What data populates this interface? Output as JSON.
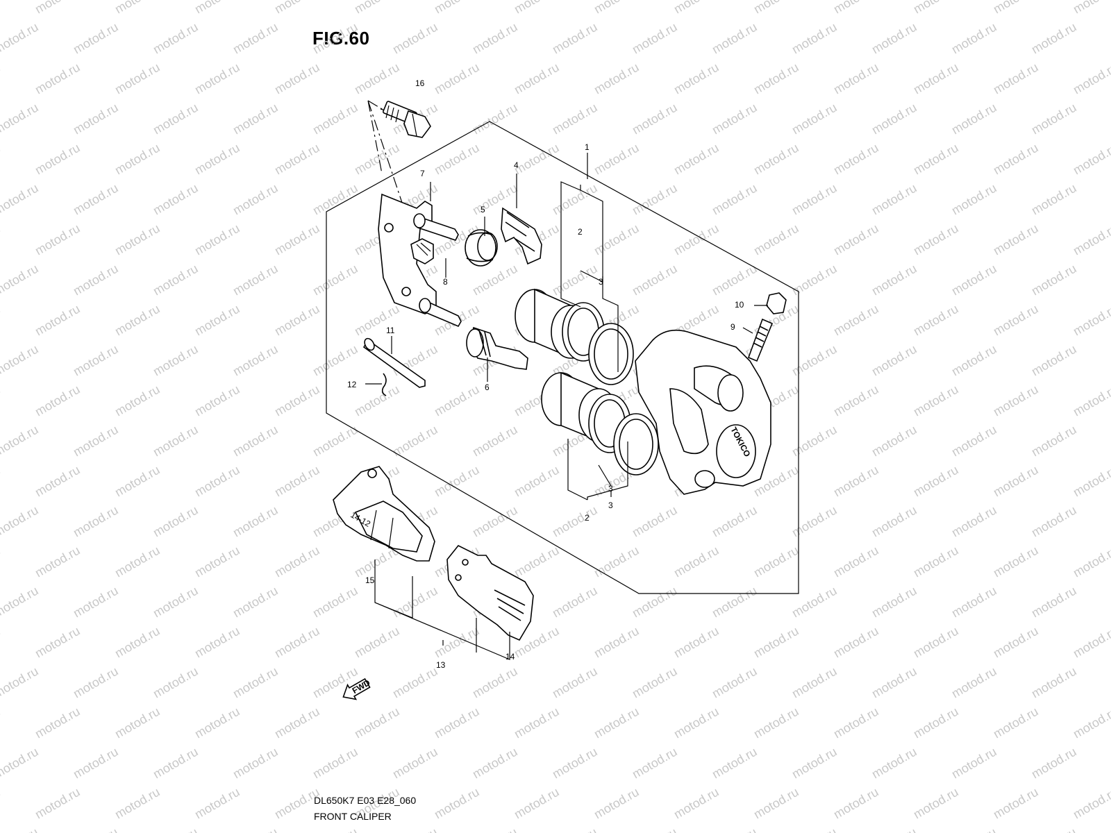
{
  "figure": {
    "title": "FIG.60",
    "model_code": "DL650K7 E03 E28_060",
    "assembly_name": "FRONT CALIPER",
    "watermark": "motod.ru"
  },
  "callouts": [
    {
      "id": "c1",
      "text": "1"
    },
    {
      "id": "c2a",
      "text": "2"
    },
    {
      "id": "c2b",
      "text": "2"
    },
    {
      "id": "c3a",
      "text": "3"
    },
    {
      "id": "c3b",
      "text": "3"
    },
    {
      "id": "c4",
      "text": "4"
    },
    {
      "id": "c5",
      "text": "5"
    },
    {
      "id": "c6",
      "text": "6"
    },
    {
      "id": "c7",
      "text": "7"
    },
    {
      "id": "c8",
      "text": "8"
    },
    {
      "id": "c9",
      "text": "9"
    },
    {
      "id": "c10",
      "text": "10"
    },
    {
      "id": "c11",
      "text": "11"
    },
    {
      "id": "c12",
      "text": "12"
    },
    {
      "id": "c13",
      "text": "13"
    },
    {
      "id": "c14",
      "text": "14"
    },
    {
      "id": "c15",
      "text": "15"
    },
    {
      "id": "c16",
      "text": "16"
    }
  ],
  "caliper_brand": "TOKICO",
  "pad_marking": "14-12",
  "direction_arrow": "FWD",
  "icons": {
    "direction": "fwd-arrow-icon"
  }
}
